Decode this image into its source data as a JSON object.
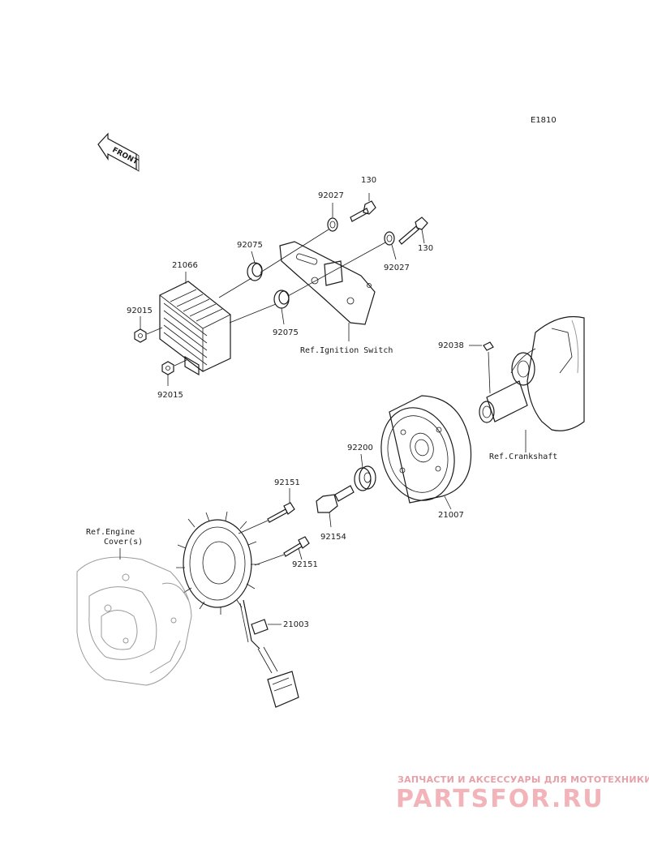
{
  "diagram_code": "E1810",
  "front_label": "FRONT",
  "parts": {
    "p130_top": "130",
    "p130_right": "130",
    "p92027_top": "92027",
    "p92027_right": "92027",
    "p92075_top": "92075",
    "p92075_bottom": "92075",
    "p21066": "21066",
    "p92015_top": "92015",
    "p92015_bottom": "92015",
    "p92038": "92038",
    "p92200": "92200",
    "p21007": "21007",
    "p92151_top": "92151",
    "p92151_bottom": "92151",
    "p92154": "92154",
    "p21003": "21003"
  },
  "refs": {
    "ignition_switch": "Ref.Ignition Switch",
    "crankshaft": "Ref.Crankshaft",
    "engine_cover_line1": "Ref.Engine",
    "engine_cover_line2": "Cover(s)"
  },
  "watermark": {
    "tagline": "ЗАПЧАСТИ И АКСЕССУАРЫ ДЛЯ МОТОТЕХНИКИ",
    "brand": "PARTSFOR.RU"
  }
}
